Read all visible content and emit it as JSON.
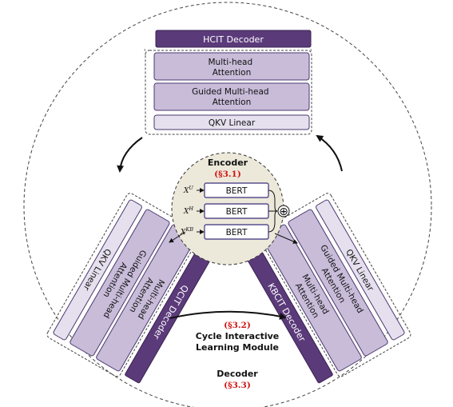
{
  "decoders": {
    "hcit": {
      "title": "HCIT Decoder",
      "layers": [
        "Multi-head\nAttention",
        "Guided Multi-head\nAttention",
        "QKV Linear"
      ]
    },
    "qcit": {
      "title": "QCIT Decoder",
      "layers": [
        "Multi-head\nAttention",
        "Guided Multi-head\nAttention",
        "QKV Linear"
      ]
    },
    "kbcit": {
      "title": "KBCIT Decoder",
      "layers": [
        "Multi-head\nAttention",
        "Guided Multi-head\nAttention",
        "QKV Linear"
      ]
    }
  },
  "encoder": {
    "title": "Encoder",
    "section": "(§3.1)",
    "inputs": [
      {
        "var": "X",
        "sup": "U",
        "block": "BERT"
      },
      {
        "var": "X",
        "sup": "H",
        "block": "BERT"
      },
      {
        "var": "X",
        "sup": "KB",
        "block": "BERT"
      }
    ],
    "sum_symbol": "⊕"
  },
  "cycle": {
    "section": "(§3.2)",
    "title_line1": "Cycle Interactive",
    "title_line2": "Learning Module"
  },
  "decoder_label": {
    "title": "Decoder",
    "section": "(§3.3)"
  },
  "colors": {
    "title_bar": "#5b3a7a",
    "layer_fill": "#c8bcd9",
    "qkv_fill": "#e6e0ee",
    "encoder_fill": "#ece9da",
    "bert_fill": "#ffffff",
    "bert_stroke": "#3a2e7a",
    "section_red": "#d21414"
  }
}
